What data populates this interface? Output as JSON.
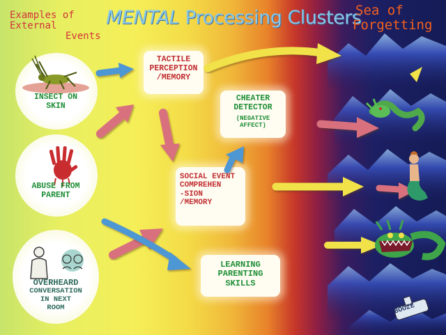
{
  "header": {
    "title_part1": "MENTAL",
    "title_part2": "Processing Clusters",
    "external_line1": "Examples of",
    "external_line2": "External",
    "external_line3": "Events",
    "sea_line1": "Sea of",
    "sea_line2": "Forgetting"
  },
  "events": {
    "insect": [
      "INSECT ON",
      "SKIN"
    ],
    "abuse": [
      "ABUSE FROM",
      "PARENT"
    ],
    "overheard": [
      "OVERHEARD",
      "CONVERSATION",
      "IN NEXT",
      "ROOM"
    ]
  },
  "clusters": {
    "tactile": [
      "TACTILE",
      "PERCEPTION",
      "/MEMORY"
    ],
    "cheater": [
      "CHEATER",
      "DETECTOR"
    ],
    "cheater_note": [
      "(NEGATIVE",
      "AFFECT)"
    ],
    "social": [
      "SOCIAL EVENT",
      "COMPREHEN",
      "-SION",
      "/MEMORY"
    ],
    "learning": [
      "LEARNING",
      "PARENTING",
      "SKILLS"
    ]
  },
  "bottle_label": "BOOZE",
  "colors": {
    "red_text": "#c12d32",
    "green_text": "#1f8e37",
    "teal_text": "#2f6a5c",
    "blue_arrow": "#4e97d4",
    "pink_arrow": "#d9707e",
    "yellow_arrow": "#f1e24a",
    "sea": "#1c1f63"
  },
  "icons": [
    "insect-icon",
    "handprint-icon",
    "person-icon",
    "two-people-icon",
    "sea-serpent-icon",
    "mermaid-icon",
    "sea-monster-icon",
    "bottle-icon",
    "wave-icon"
  ]
}
